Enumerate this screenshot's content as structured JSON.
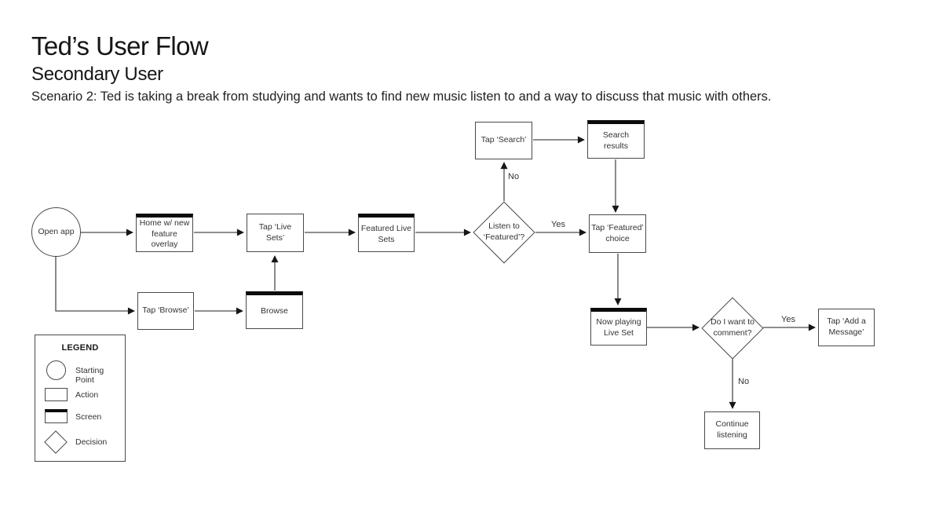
{
  "header": {
    "title": "Ted’s User Flow",
    "subtitle": "Secondary User",
    "scenario": "Scenario 2: Ted is taking a break from studying and wants to find new music listen to and a way to discuss that music with others."
  },
  "nodes": {
    "open_app": "Open app",
    "home_overlay": "Home w/ new\nfeature overlay",
    "tap_live_sets": "Tap ‘Live Sets’",
    "featured_live_sets": "Featured Live\nSets",
    "listen_featured": "Listen to\n‘Featured’?",
    "tap_search": "Tap ‘Search’",
    "search_results": "Search results",
    "tap_featured_choice": "Tap ‘Featured’\nchoice",
    "tap_browse": "Tap ‘Browse’",
    "browse": "Browse",
    "now_playing": "Now playing\nLive Set",
    "want_comment": "Do I want to\ncomment?",
    "tap_add_message": "Tap ‘Add a\nMessage’",
    "continue_listening": "Continue\nlistening"
  },
  "edge_labels": {
    "listen_no": "No",
    "listen_yes": "Yes",
    "comment_yes": "Yes",
    "comment_no": "No"
  },
  "legend": {
    "title": "LEGEND",
    "items": [
      {
        "shape": "circle",
        "label": "Starting Point"
      },
      {
        "shape": "rect",
        "label": "Action"
      },
      {
        "shape": "rect-thick-top",
        "label": "Screen"
      },
      {
        "shape": "diamond",
        "label": "Decision"
      }
    ]
  },
  "colors": {
    "background": "#ffffff",
    "line": "#4a4a4a",
    "arrowhead": "#161616",
    "screen_top_bar": "#0b0b0b",
    "text": "#333333"
  }
}
